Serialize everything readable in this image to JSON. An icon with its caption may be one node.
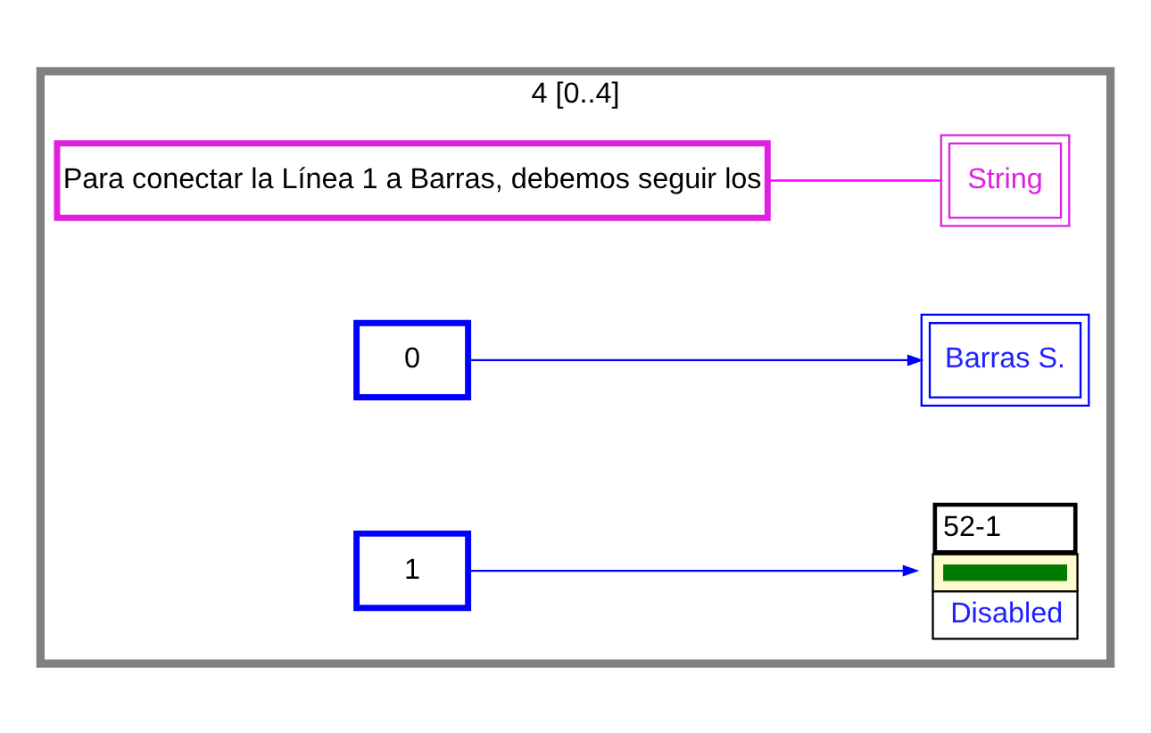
{
  "diagram": {
    "nodes": [
      {
        "text": [
          "4 [0..4]"
        ]
      },
      {
        "text": [
          "Para conectar la Línea 1 a Barras, debemos seguir los"
        ],
        "in": 0
      },
      {
        "text": [
          "String"
        ],
        "in": 0
      },
      {
        "text": [
          "0"
        ],
        "in": 0
      },
      {
        "text": [
          "Barras S."
        ],
        "in": 0
      },
      {
        "text": [
          "52-1",
          "Disabled"
        ],
        "in": 0
      },
      {
        "text": [
          "1"
        ],
        "in": 0
      }
    ],
    "edges": [
      {
        "from": 1,
        "to": 2,
        "arrow": "none",
        "color": "#ff00ff"
      },
      {
        "from": 3,
        "to": 4,
        "arrow": "to"
      },
      {
        "from": 6,
        "to": 5,
        "arrow": "to"
      }
    ]
  }
}
